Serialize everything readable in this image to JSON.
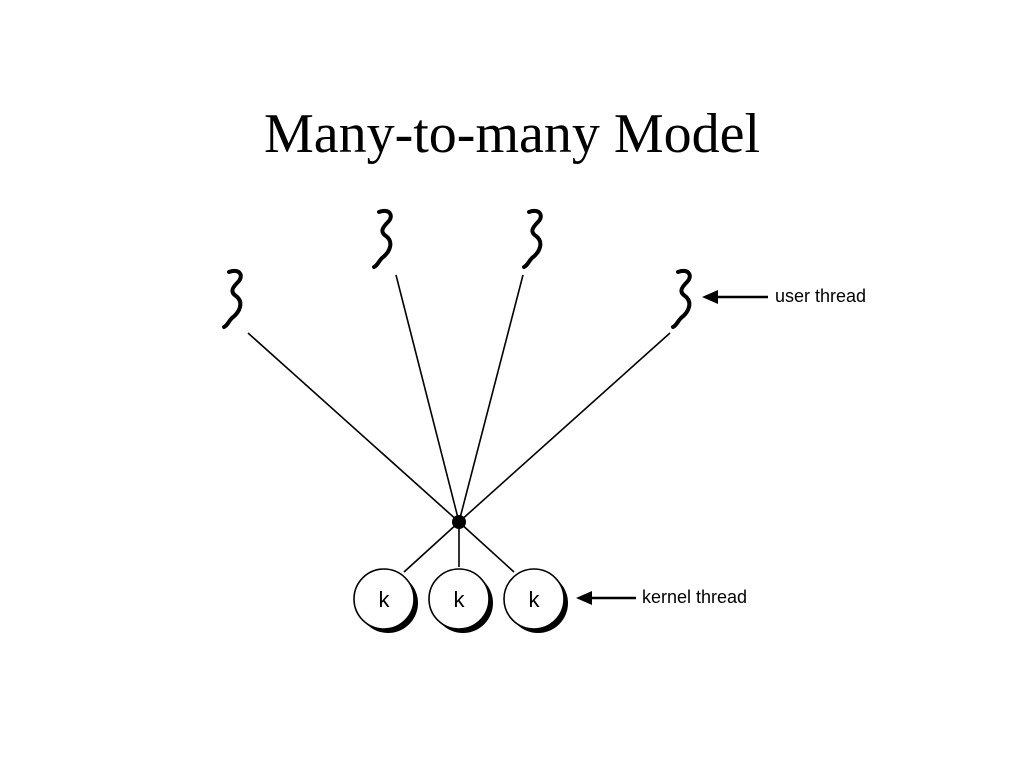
{
  "slide": {
    "title": "Many-to-many Model"
  },
  "diagram": {
    "user_threads": [
      {
        "id": "user-thread-1",
        "icon": "thread-squiggle-icon"
      },
      {
        "id": "user-thread-2",
        "icon": "thread-squiggle-icon"
      },
      {
        "id": "user-thread-3",
        "icon": "thread-squiggle-icon"
      },
      {
        "id": "user-thread-4",
        "icon": "thread-squiggle-icon"
      }
    ],
    "multiplexer": {
      "icon": "junction-dot-icon"
    },
    "kernel_threads": [
      {
        "id": "kernel-thread-1",
        "label": "k"
      },
      {
        "id": "kernel-thread-2",
        "label": "k"
      },
      {
        "id": "kernel-thread-3",
        "label": "k"
      }
    ],
    "user_thread_label": "user thread",
    "kernel_thread_label": "kernel thread",
    "colors": {
      "line": "#000000",
      "circle_fill": "#ffffff",
      "circle_shadow": "#000000"
    }
  }
}
